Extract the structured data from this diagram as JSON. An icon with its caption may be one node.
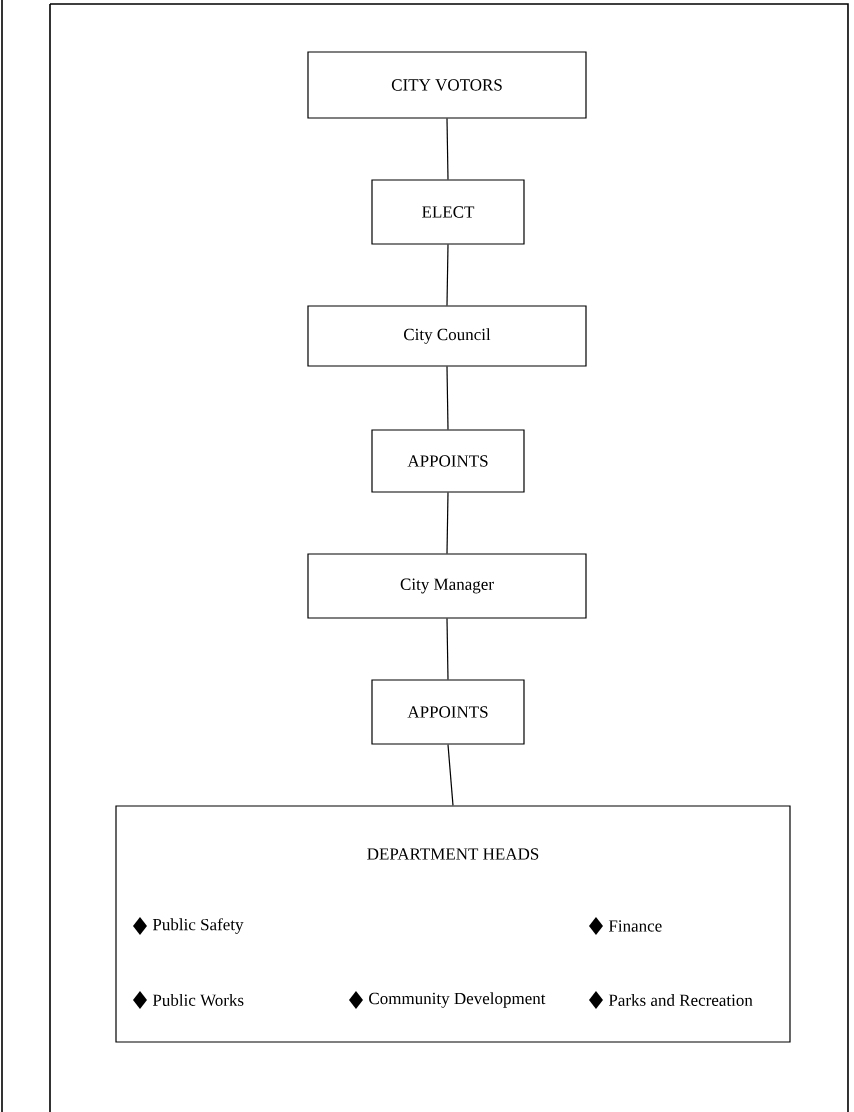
{
  "diagram": {
    "nodes": [
      {
        "text": [
          "CITY VOTORS"
        ]
      },
      {
        "text": [
          "ELECT"
        ]
      },
      {
        "text": [
          "City Council"
        ]
      },
      {
        "text": [
          "APPOINTS"
        ]
      },
      {
        "text": [
          "City Manager"
        ]
      },
      {
        "text": [
          "APPOINTS"
        ]
      },
      {
        "text": [
          "DEPARTMENT HEADS",
          "Public Safety",
          "Finance",
          "Public Works",
          "Community Development",
          "Parks and Recreation"
        ]
      }
    ],
    "edges": [
      {
        "from": 0,
        "to": 1,
        "arrow": "none"
      },
      {
        "from": 1,
        "to": 2,
        "arrow": "none"
      },
      {
        "from": 2,
        "to": 3,
        "arrow": "none"
      },
      {
        "from": 3,
        "to": 4,
        "arrow": "none"
      },
      {
        "from": 4,
        "to": 5,
        "arrow": "none"
      },
      {
        "from": 5,
        "to": 6,
        "arrow": "none"
      }
    ]
  }
}
